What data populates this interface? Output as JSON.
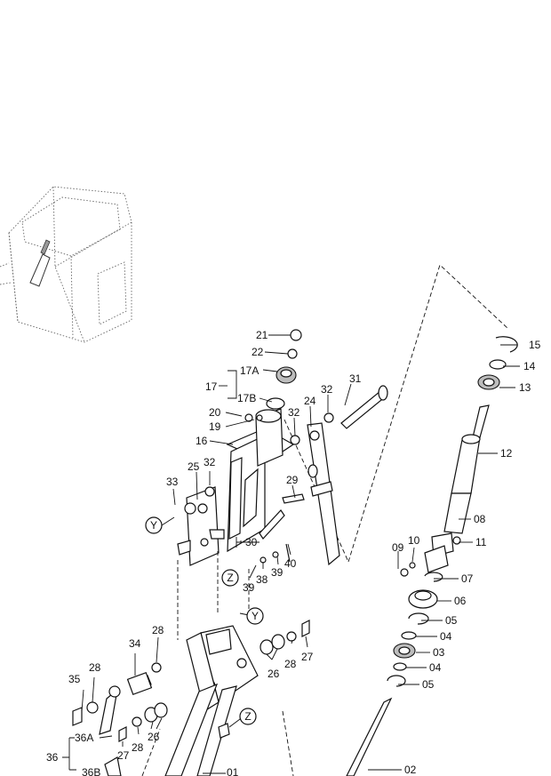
{
  "callouts": [
    "21",
    "22",
    "17A",
    "17",
    "17B",
    "20",
    "19",
    "16",
    "31",
    "32",
    "24",
    "32",
    "25",
    "32",
    "33",
    "29",
    "30",
    "39",
    "38",
    "39",
    "40",
    "35",
    "28",
    "34",
    "28",
    "36A",
    "36",
    "36B",
    "27",
    "28",
    "26",
    "28",
    "26",
    "27",
    "01",
    "15",
    "14",
    "13",
    "12",
    "08",
    "09",
    "10",
    "11",
    "07",
    "06",
    "05",
    "04",
    "03",
    "04",
    "05",
    "02"
  ],
  "markers": [
    "Y",
    "Z",
    "Y",
    "Z"
  ],
  "colors": {
    "ink": "#111111",
    "fill": "#bdbdbd",
    "ghost": "#666666"
  }
}
